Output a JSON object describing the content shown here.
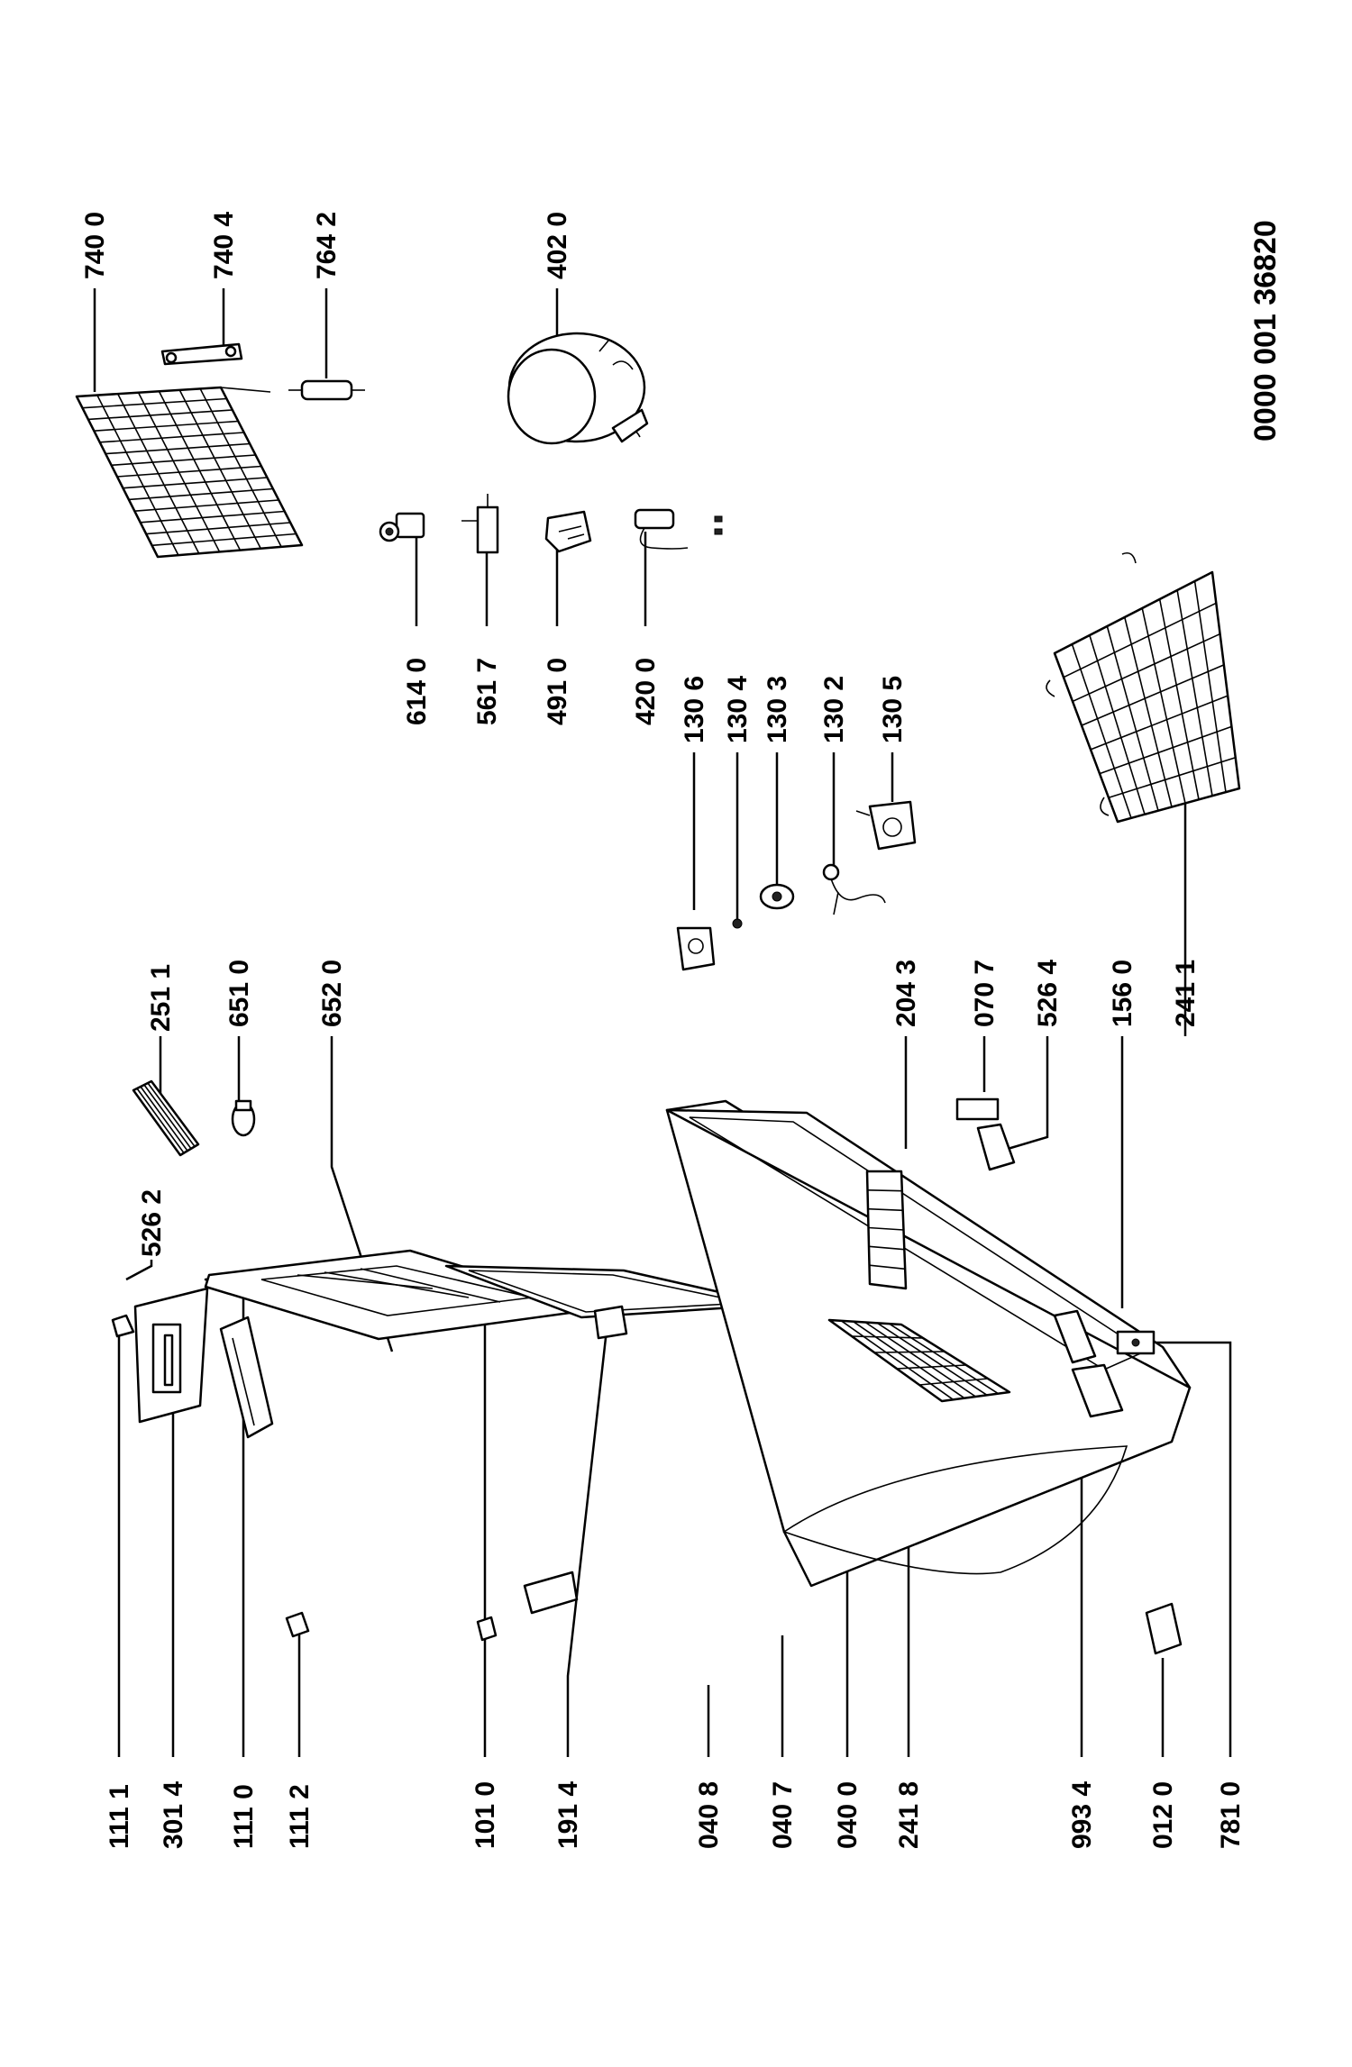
{
  "drawing_number": "0000 001 36820",
  "colors": {
    "ink": "#000000",
    "paper": "#ffffff"
  },
  "part_labels": [
    {
      "id": "p1111",
      "text": "111 1"
    },
    {
      "id": "p3014",
      "text": "301 4"
    },
    {
      "id": "p1110",
      "text": "111 0"
    },
    {
      "id": "p1112",
      "text": "111 2"
    },
    {
      "id": "p1010",
      "text": "101 0"
    },
    {
      "id": "p1914",
      "text": "191 4"
    },
    {
      "id": "p0408",
      "text": "040 8"
    },
    {
      "id": "p0407",
      "text": "040 7"
    },
    {
      "id": "p0400",
      "text": "040 0"
    },
    {
      "id": "p2418",
      "text": "241 8"
    },
    {
      "id": "p9934",
      "text": "993 4"
    },
    {
      "id": "p0120",
      "text": "012 0"
    },
    {
      "id": "p7810",
      "text": "781 0"
    },
    {
      "id": "p5262",
      "text": "526 2"
    },
    {
      "id": "p2511",
      "text": "251 1"
    },
    {
      "id": "p6510",
      "text": "651 0"
    },
    {
      "id": "p6520",
      "text": "652 0"
    },
    {
      "id": "p2043",
      "text": "204 3"
    },
    {
      "id": "p0707",
      "text": "070 7"
    },
    {
      "id": "p5264",
      "text": "526 4"
    },
    {
      "id": "p1560",
      "text": "156 0"
    },
    {
      "id": "p2411",
      "text": "241 1"
    },
    {
      "id": "p1306",
      "text": "130 6"
    },
    {
      "id": "p1304",
      "text": "130 4"
    },
    {
      "id": "p1303",
      "text": "130 3"
    },
    {
      "id": "p1302",
      "text": "130 2"
    },
    {
      "id": "p1305",
      "text": "130 5"
    },
    {
      "id": "p6140",
      "text": "614 0"
    },
    {
      "id": "p5617",
      "text": "561 7"
    },
    {
      "id": "p4910",
      "text": "491 0"
    },
    {
      "id": "p4200",
      "text": "420 0"
    },
    {
      "id": "p7400",
      "text": "740 0"
    },
    {
      "id": "p7404",
      "text": "740 4"
    },
    {
      "id": "p7642",
      "text": "764 2"
    },
    {
      "id": "p4020",
      "text": "402 0"
    }
  ]
}
